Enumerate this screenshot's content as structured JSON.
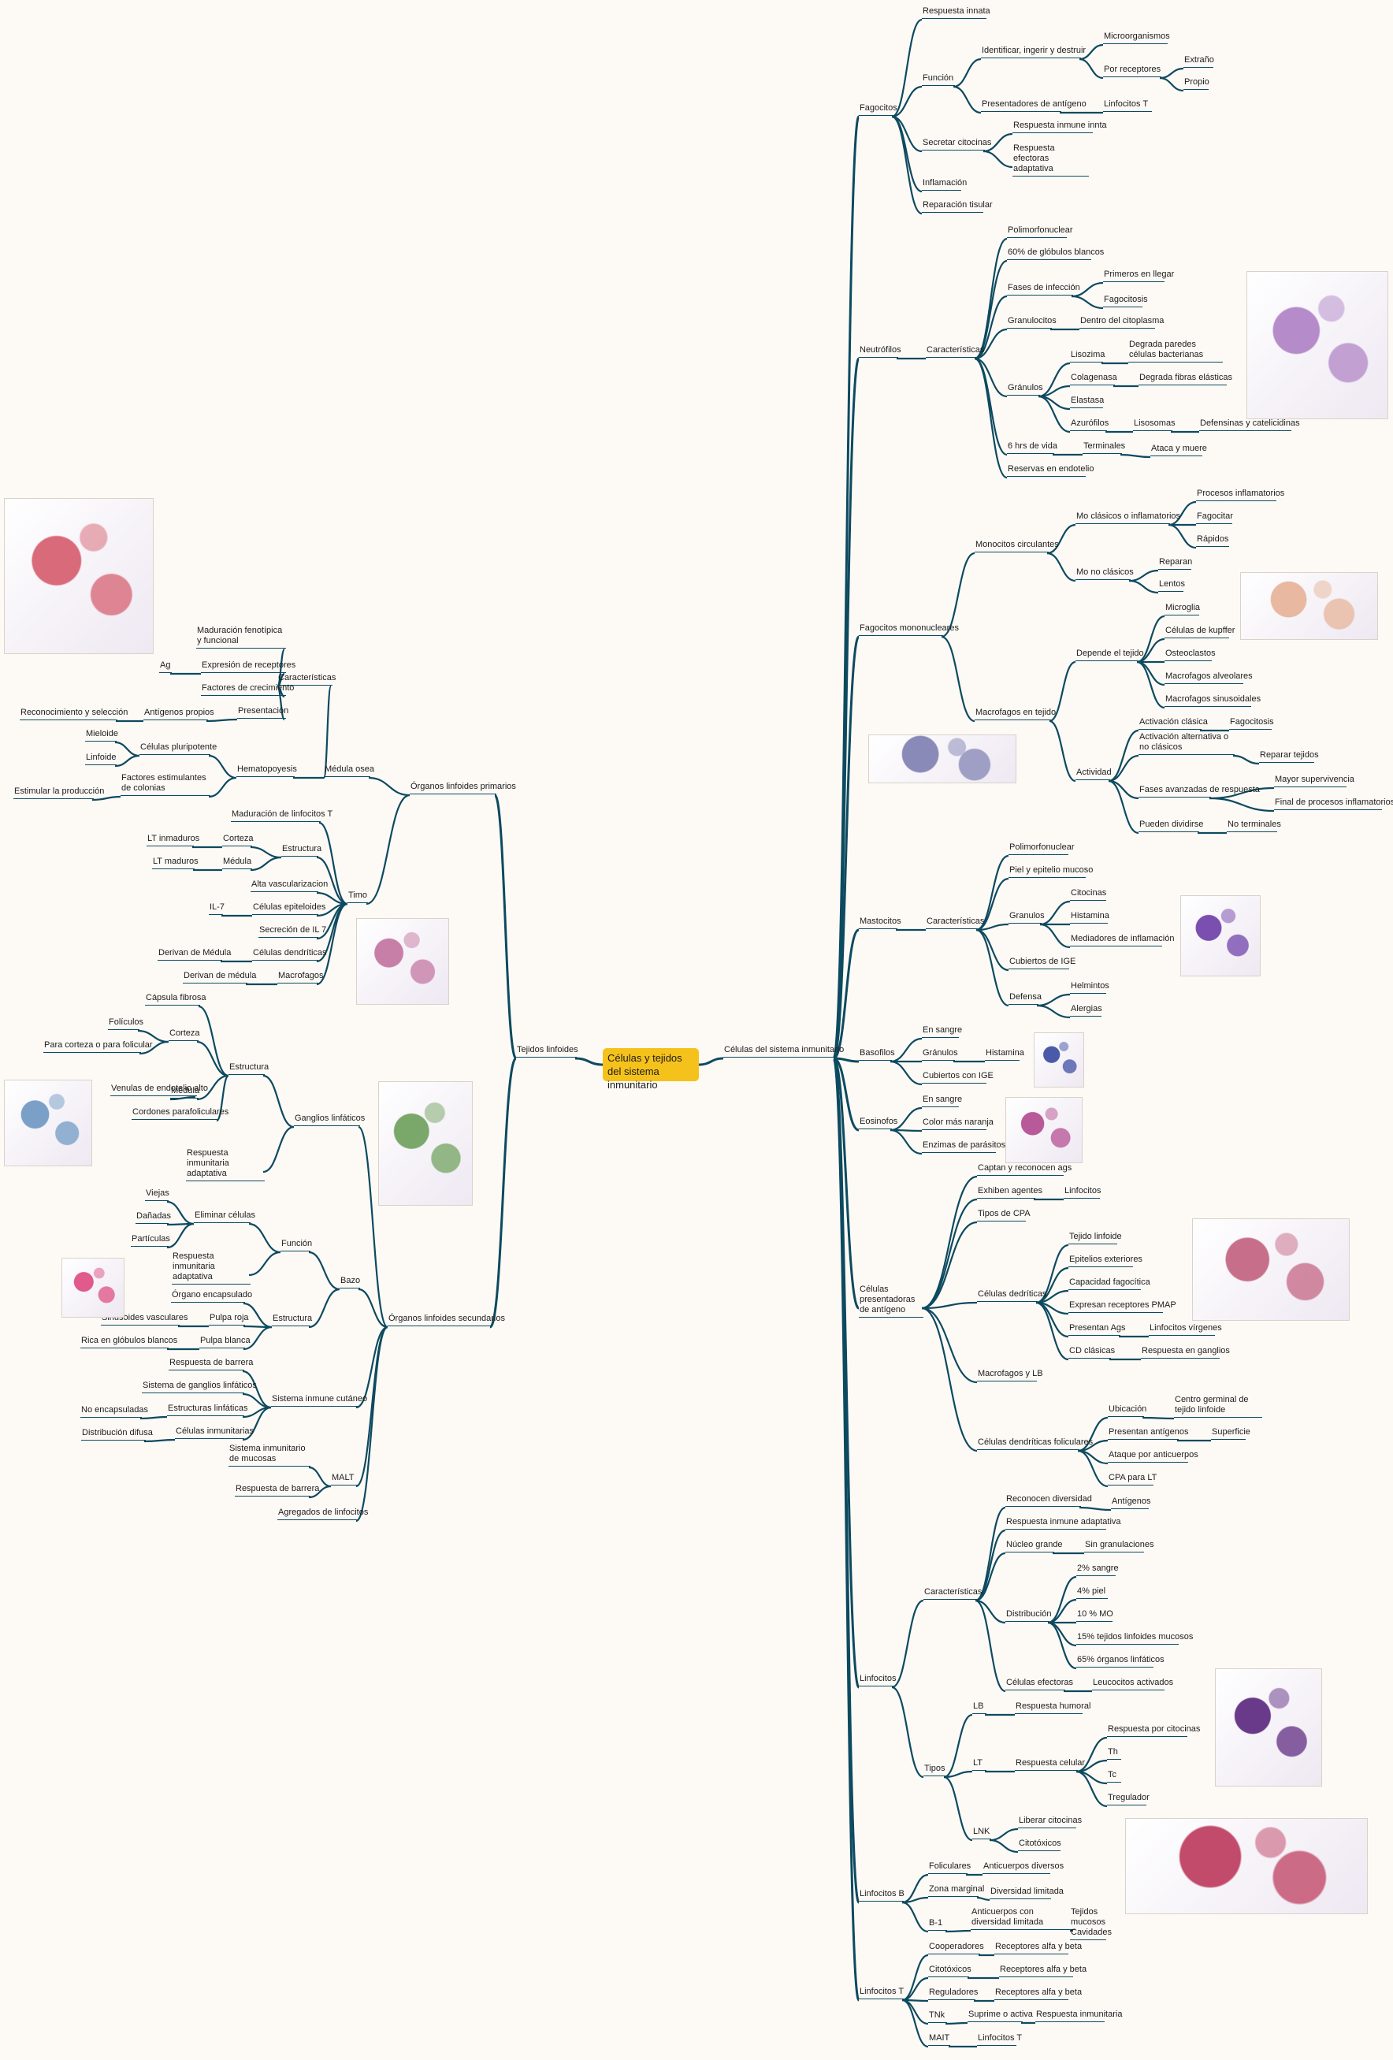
{
  "root": "Células y tejidos del sistema inmunitario",
  "nodes": [
    {
      "id": "A",
      "p": "root",
      "t": "Células del sistema inmunitario"
    },
    {
      "id": "A1",
      "p": "A",
      "t": "Fagocitos"
    },
    {
      "id": "A1a",
      "p": "A1",
      "t": "Respuesta innata"
    },
    {
      "id": "A1b",
      "p": "A1",
      "t": "Función"
    },
    {
      "id": "A1b1",
      "p": "A1b",
      "t": "Identificar, ingerir y destruir"
    },
    {
      "id": "A1b1a",
      "p": "A1b1",
      "t": "Microorganismos"
    },
    {
      "id": "A1b1b",
      "p": "A1b1",
      "t": "Por receptores"
    },
    {
      "id": "A1b1b1",
      "p": "A1b1b",
      "t": "Extraño"
    },
    {
      "id": "A1b1b2",
      "p": "A1b1b",
      "t": "Propio"
    },
    {
      "id": "A1b2",
      "p": "A1b",
      "t": "Presentadores de antígeno"
    },
    {
      "id": "A1b2a",
      "p": "A1b2",
      "t": "Linfocitos T"
    },
    {
      "id": "A1c",
      "p": "A1",
      "t": "Secretar citocinas"
    },
    {
      "id": "A1c1",
      "p": "A1c",
      "t": "Respuesta inmune innta"
    },
    {
      "id": "A1c2",
      "p": "A1c",
      "t": "Respuesta efectoras adaptativa"
    },
    {
      "id": "A1d",
      "p": "A1",
      "t": "Inflamación"
    },
    {
      "id": "A1e",
      "p": "A1",
      "t": "Reparación tisular"
    },
    {
      "id": "A2",
      "p": "A",
      "t": "Neutrófilos"
    },
    {
      "id": "A2a",
      "p": "A2",
      "t": "Características"
    },
    {
      "id": "A2a1",
      "p": "A2a",
      "t": "Polimorfonuclear"
    },
    {
      "id": "A2a2",
      "p": "A2a",
      "t": "60% de glóbulos blancos"
    },
    {
      "id": "A2a3",
      "p": "A2a",
      "t": "Fases de infección"
    },
    {
      "id": "A2a3a",
      "p": "A2a3",
      "t": "Primeros en llegar"
    },
    {
      "id": "A2a3b",
      "p": "A2a3",
      "t": "Fagocitosis"
    },
    {
      "id": "A2a4",
      "p": "A2a",
      "t": "Granulocitos"
    },
    {
      "id": "A2a4a",
      "p": "A2a4",
      "t": "Dentro del citoplasma"
    },
    {
      "id": "A2a5",
      "p": "A2a",
      "t": "Gránulos"
    },
    {
      "id": "A2a5a",
      "p": "A2a5",
      "t": "Lisozima"
    },
    {
      "id": "A2a5a1",
      "p": "A2a5a",
      "t": "Degrada paredes células bacterianas"
    },
    {
      "id": "A2a5b",
      "p": "A2a5",
      "t": "Colagenasa"
    },
    {
      "id": "A2a5b1",
      "p": "A2a5b",
      "t": "Degrada fibras elásticas"
    },
    {
      "id": "A2a5c",
      "p": "A2a5",
      "t": "Elastasa"
    },
    {
      "id": "A2a5d",
      "p": "A2a5",
      "t": "Azurófilos"
    },
    {
      "id": "A2a5d1",
      "p": "A2a5d",
      "t": "Lisosomas"
    },
    {
      "id": "A2a5d1a",
      "p": "A2a5d1",
      "t": "Defensinas y catelicidinas"
    },
    {
      "id": "A2a6",
      "p": "A2a",
      "t": "6 hrs de vida"
    },
    {
      "id": "A2a6a",
      "p": "A2a6",
      "t": "Terminales"
    },
    {
      "id": "A2a6a1",
      "p": "A2a6a",
      "t": "Ataca y muere"
    },
    {
      "id": "A2a7",
      "p": "A2a",
      "t": "Reservas en endotelio"
    },
    {
      "id": "A3",
      "p": "A",
      "t": "Fagocitos mononucleares"
    },
    {
      "id": "A3a",
      "p": "A3",
      "t": "Monocitos circulantes"
    },
    {
      "id": "A3a1",
      "p": "A3a",
      "t": "Mo clásicos o inflamatorios"
    },
    {
      "id": "A3a1a",
      "p": "A3a1",
      "t": "Procesos inflamatorios"
    },
    {
      "id": "A3a1b",
      "p": "A3a1",
      "t": "Fagocitar"
    },
    {
      "id": "A3a1c",
      "p": "A3a1",
      "t": "Rápidos"
    },
    {
      "id": "A3a2",
      "p": "A3a",
      "t": "Mo no clásicos"
    },
    {
      "id": "A3a2a",
      "p": "A3a2",
      "t": "Reparan"
    },
    {
      "id": "A3a2b",
      "p": "A3a2",
      "t": "Lentos"
    },
    {
      "id": "A3b",
      "p": "A3",
      "t": "Macrofagos en tejido"
    },
    {
      "id": "A3b1",
      "p": "A3b",
      "t": "Depende el tejido"
    },
    {
      "id": "A3b1a",
      "p": "A3b1",
      "t": "Microglia"
    },
    {
      "id": "A3b1b",
      "p": "A3b1",
      "t": "Células de kupffer"
    },
    {
      "id": "A3b1c",
      "p": "A3b1",
      "t": "Osteoclastos"
    },
    {
      "id": "A3b1d",
      "p": "A3b1",
      "t": "Macrofagos alveolares"
    },
    {
      "id": "A3b1e",
      "p": "A3b1",
      "t": "Macrofagos sinusoidales"
    },
    {
      "id": "A3b2",
      "p": "A3b",
      "t": "Actividad"
    },
    {
      "id": "A3b2a",
      "p": "A3b2",
      "t": "Activación clásica"
    },
    {
      "id": "A3b2a1",
      "p": "A3b2a",
      "t": "Fagocitosis"
    },
    {
      "id": "A3b2b",
      "p": "A3b2",
      "t": "Activación alternativa o no clásicos"
    },
    {
      "id": "A3b2b1",
      "p": "A3b2b",
      "t": "Reparar tejidos"
    },
    {
      "id": "A3b2c",
      "p": "A3b2",
      "t": "Fases avanzadas de respuesta"
    },
    {
      "id": "A3b2c1",
      "p": "A3b2c",
      "t": "Mayor supervivencia"
    },
    {
      "id": "A3b2c2",
      "p": "A3b2c",
      "t": "Final de procesos inflamatorios"
    },
    {
      "id": "A3b2d",
      "p": "A3b2",
      "t": "Pueden dividirse"
    },
    {
      "id": "A3b2d1",
      "p": "A3b2d",
      "t": "No terminales"
    },
    {
      "id": "A4",
      "p": "A",
      "t": "Mastocitos"
    },
    {
      "id": "A4a",
      "p": "A4",
      "t": "Características"
    },
    {
      "id": "A4a1",
      "p": "A4a",
      "t": "Polimorfonuclear"
    },
    {
      "id": "A4a2",
      "p": "A4a",
      "t": "Piel y epitelio mucoso"
    },
    {
      "id": "A4a3",
      "p": "A4a",
      "t": "Granulos"
    },
    {
      "id": "A4a3a",
      "p": "A4a3",
      "t": "Citocinas"
    },
    {
      "id": "A4a3b",
      "p": "A4a3",
      "t": "Histamina"
    },
    {
      "id": "A4a3c",
      "p": "A4a3",
      "t": "Mediadores de inflamación"
    },
    {
      "id": "A4a4",
      "p": "A4a",
      "t": "Cubiertos de IGE"
    },
    {
      "id": "A4a5",
      "p": "A4a",
      "t": "Defensa"
    },
    {
      "id": "A4a5a",
      "p": "A4a5",
      "t": "Helmintos"
    },
    {
      "id": "A4a5b",
      "p": "A4a5",
      "t": "Alergias"
    },
    {
      "id": "A5",
      "p": "A",
      "t": "Basofilos"
    },
    {
      "id": "A5a",
      "p": "A5",
      "t": "En sangre"
    },
    {
      "id": "A5b",
      "p": "A5",
      "t": "Gránulos"
    },
    {
      "id": "A5b1",
      "p": "A5b",
      "t": "Histamina"
    },
    {
      "id": "A5c",
      "p": "A5",
      "t": "Cubiertos con IGE"
    },
    {
      "id": "A6",
      "p": "A",
      "t": "Eosinofos"
    },
    {
      "id": "A6a",
      "p": "A6",
      "t": "En sangre"
    },
    {
      "id": "A6b",
      "p": "A6",
      "t": "Color más naranja"
    },
    {
      "id": "A6c",
      "p": "A6",
      "t": "Enzimas de parásitos"
    },
    {
      "id": "A7",
      "p": "A",
      "t": "Células presentadoras de antígeno"
    },
    {
      "id": "A7a",
      "p": "A7",
      "t": "Captan y reconocen ags"
    },
    {
      "id": "A7b",
      "p": "A7",
      "t": "Exhiben agentes"
    },
    {
      "id": "A7b1",
      "p": "A7b",
      "t": "Linfocitos"
    },
    {
      "id": "A7c",
      "p": "A7",
      "t": "Tipos de CPA"
    },
    {
      "id": "A7d",
      "p": "A7",
      "t": "Células dedríticas"
    },
    {
      "id": "A7d1",
      "p": "A7d",
      "t": "Tejido linfoide"
    },
    {
      "id": "A7d2",
      "p": "A7d",
      "t": "Epitelios exteriores"
    },
    {
      "id": "A7d3",
      "p": "A7d",
      "t": "Capacidad fagocítica"
    },
    {
      "id": "A7d4",
      "p": "A7d",
      "t": "Expresan receptores PMAP"
    },
    {
      "id": "A7d5",
      "p": "A7d",
      "t": "Presentan Ags"
    },
    {
      "id": "A7d5a",
      "p": "A7d5",
      "t": "Linfocitos vírgenes"
    },
    {
      "id": "A7d6",
      "p": "A7d",
      "t": "CD clásicas"
    },
    {
      "id": "A7d6a",
      "p": "A7d6",
      "t": "Respuesta en ganglios"
    },
    {
      "id": "A7e",
      "p": "A7",
      "t": "Macrofagos y LB"
    },
    {
      "id": "A7f",
      "p": "A7",
      "t": "Células dendríticas foliculares"
    },
    {
      "id": "A7f1",
      "p": "A7f",
      "t": "Ubicación"
    },
    {
      "id": "A7f1a",
      "p": "A7f1",
      "t": "Centro germinal de tejido linfoide"
    },
    {
      "id": "A7f2",
      "p": "A7f",
      "t": "Presentan antígenos"
    },
    {
      "id": "A7f2a",
      "p": "A7f2",
      "t": "Superficie"
    },
    {
      "id": "A7f3",
      "p": "A7f",
      "t": "Ataque por anticuerpos"
    },
    {
      "id": "A7f4",
      "p": "A7f",
      "t": "CPA para LT"
    },
    {
      "id": "A8",
      "p": "A",
      "t": "Linfocitos"
    },
    {
      "id": "A8a",
      "p": "A8",
      "t": "Características"
    },
    {
      "id": "A8a1",
      "p": "A8a",
      "t": "Reconocen diversidad"
    },
    {
      "id": "A8a1a",
      "p": "A8a1",
      "t": "Antígenos"
    },
    {
      "id": "A8a2",
      "p": "A8a",
      "t": "Respuesta inmune adaptativa"
    },
    {
      "id": "A8a3",
      "p": "A8a",
      "t": "Núcleo grande"
    },
    {
      "id": "A8a3a",
      "p": "A8a3",
      "t": "Sin granulaciones"
    },
    {
      "id": "A8a4",
      "p": "A8a",
      "t": "Distribución"
    },
    {
      "id": "A8a4a",
      "p": "A8a4",
      "t": "2% sangre"
    },
    {
      "id": "A8a4b",
      "p": "A8a4",
      "t": "4% piel"
    },
    {
      "id": "A8a4c",
      "p": "A8a4",
      "t": "10 % MO"
    },
    {
      "id": "A8a4d",
      "p": "A8a4",
      "t": "15% tejidos linfoides mucosos"
    },
    {
      "id": "A8a4e",
      "p": "A8a4",
      "t": "65% órganos linfáticos"
    },
    {
      "id": "A8a5",
      "p": "A8a",
      "t": "Células efectoras"
    },
    {
      "id": "A8a5a",
      "p": "A8a5",
      "t": "Leucocitos activados"
    },
    {
      "id": "A8b",
      "p": "A8",
      "t": "Tipos"
    },
    {
      "id": "A8b1",
      "p": "A8b",
      "t": "LB"
    },
    {
      "id": "A8b1a",
      "p": "A8b1",
      "t": "Respuesta humoral"
    },
    {
      "id": "A8b2",
      "p": "A8b",
      "t": "LT"
    },
    {
      "id": "A8b2a",
      "p": "A8b2",
      "t": "Respuesta celular"
    },
    {
      "id": "A8b2a1",
      "p": "A8b2a",
      "t": "Respuesta por citocinas"
    },
    {
      "id": "A8b2a2",
      "p": "A8b2a",
      "t": "Th"
    },
    {
      "id": "A8b2a3",
      "p": "A8b2a",
      "t": "Tc"
    },
    {
      "id": "A8b2a4",
      "p": "A8b2a",
      "t": "Tregulador"
    },
    {
      "id": "A8b3",
      "p": "A8b",
      "t": "LNK"
    },
    {
      "id": "A8b3a",
      "p": "A8b3",
      "t": "Liberar citocinas"
    },
    {
      "id": "A8b3b",
      "p": "A8b3",
      "t": "Citotóxicos"
    },
    {
      "id": "A9",
      "p": "A",
      "t": "Linfocitos B"
    },
    {
      "id": "A9a",
      "p": "A9",
      "t": "Foliculares"
    },
    {
      "id": "A9a1",
      "p": "A9a",
      "t": "Anticuerpos diversos"
    },
    {
      "id": "A9b",
      "p": "A9",
      "t": "Zona marginal"
    },
    {
      "id": "A9b1",
      "p": "A9b",
      "t": "Diversidad limitada"
    },
    {
      "id": "A9c",
      "p": "A9",
      "t": "B-1"
    },
    {
      "id": "A9c1",
      "p": "A9c",
      "t": "Anticuerpos con diversidad limitada"
    },
    {
      "id": "A9c1a",
      "p": "A9c1",
      "t": "Tejidos mucosos Cavidades"
    },
    {
      "id": "A10",
      "p": "A",
      "t": "Linfocitos T"
    },
    {
      "id": "A10a",
      "p": "A10",
      "t": "Cooperadores"
    },
    {
      "id": "A10a1",
      "p": "A10a",
      "t": "Receptores alfa y beta"
    },
    {
      "id": "A10b",
      "p": "A10",
      "t": "Citotóxicos"
    },
    {
      "id": "A10b1",
      "p": "A10b",
      "t": "Receptores alfa y beta"
    },
    {
      "id": "A10c",
      "p": "A10",
      "t": "Reguladores"
    },
    {
      "id": "A10c1",
      "p": "A10c",
      "t": "Receptores alfa y beta"
    },
    {
      "id": "A10d",
      "p": "A10",
      "t": "TNk"
    },
    {
      "id": "A10d1",
      "p": "A10d",
      "t": "Suprime o activa"
    },
    {
      "id": "A10d1a",
      "p": "A10d1",
      "t": "Respuesta inmunitaria"
    },
    {
      "id": "A10e",
      "p": "A10",
      "t": "MAIT"
    },
    {
      "id": "A10e1",
      "p": "A10e",
      "t": "Linfocitos T"
    },
    {
      "id": "B",
      "p": "root",
      "t": "Tejidos linfoides"
    },
    {
      "id": "B1",
      "p": "B",
      "t": "Órganos linfoides primarios"
    },
    {
      "id": "B1a",
      "p": "B1",
      "t": "Médula osea"
    },
    {
      "id": "B1a1",
      "p": "B1a",
      "t": "Características"
    },
    {
      "id": "B1a1a",
      "p": "B1a1",
      "t": "Maduración fenotípica y funcional"
    },
    {
      "id": "B1a1b",
      "p": "B1a1",
      "t": "Expresión de receptores"
    },
    {
      "id": "B1a1b1",
      "p": "B1a1b",
      "t": "Ag"
    },
    {
      "id": "B1a1c",
      "p": "B1a1",
      "t": "Factores de crecimiento"
    },
    {
      "id": "B1a1d",
      "p": "B1a1",
      "t": "Presentación"
    },
    {
      "id": "B1a1d1",
      "p": "B1a1d",
      "t": "Antígenos propios"
    },
    {
      "id": "B1a1d1a",
      "p": "B1a1d1",
      "t": "Reconocimiento y selección"
    },
    {
      "id": "B1a2",
      "p": "B1a",
      "t": "Hematopoyesis"
    },
    {
      "id": "B1a2a",
      "p": "B1a2",
      "t": "Células pluripotente"
    },
    {
      "id": "B1a2a1",
      "p": "B1a2a",
      "t": "Mieloide"
    },
    {
      "id": "B1a2a2",
      "p": "B1a2a",
      "t": "Linfoide"
    },
    {
      "id": "B1a2b",
      "p": "B1a2",
      "t": "Factores estimulantes de colonias"
    },
    {
      "id": "B1a2b1",
      "p": "B1a2b",
      "t": "Estimular la producción"
    },
    {
      "id": "B1b",
      "p": "B1",
      "t": "Timo"
    },
    {
      "id": "B1b1",
      "p": "B1b",
      "t": "Maduración de linfocitos T"
    },
    {
      "id": "B1b2",
      "p": "B1b",
      "t": "Estructura"
    },
    {
      "id": "B1b2a",
      "p": "B1b2",
      "t": "Corteza"
    },
    {
      "id": "B1b2a1",
      "p": "B1b2a",
      "t": "LT inmaduros"
    },
    {
      "id": "B1b2b",
      "p": "B1b2",
      "t": "Médula"
    },
    {
      "id": "B1b2b1",
      "p": "B1b2b",
      "t": "LT maduros"
    },
    {
      "id": "B1b3",
      "p": "B1b",
      "t": "Alta vascularizacion"
    },
    {
      "id": "B1b4",
      "p": "B1b",
      "t": "Células epiteloides"
    },
    {
      "id": "B1b4a",
      "p": "B1b4",
      "t": "IL-7"
    },
    {
      "id": "B1b5",
      "p": "B1b",
      "t": "Secreción de IL 7"
    },
    {
      "id": "B1b6",
      "p": "B1b",
      "t": "Células dendríticas"
    },
    {
      "id": "B1b6a",
      "p": "B1b6",
      "t": "Derivan de Médula"
    },
    {
      "id": "B1b7",
      "p": "B1b",
      "t": "Macrofagos"
    },
    {
      "id": "B1b7a",
      "p": "B1b7",
      "t": "Derivan de médula"
    },
    {
      "id": "B2",
      "p": "B",
      "t": "Órganos linfoides secundarios"
    },
    {
      "id": "B2a",
      "p": "B2",
      "t": "Ganglios linfáticos"
    },
    {
      "id": "B2a1",
      "p": "B2a",
      "t": "Estructura"
    },
    {
      "id": "B2a1a",
      "p": "B2a1",
      "t": "Cápsula fibrosa"
    },
    {
      "id": "B2a1b",
      "p": "B2a1",
      "t": "Corteza"
    },
    {
      "id": "B2a1b1",
      "p": "B2a1b",
      "t": "Folículos"
    },
    {
      "id": "B2a1b2",
      "p": "B2a1b",
      "t": "Para corteza o para folicular"
    },
    {
      "id": "B2a1c",
      "p": "B2a1",
      "t": "Médula"
    },
    {
      "id": "B2a1c1",
      "p": "B2a1c",
      "t": "Venulas de endotelio alto"
    },
    {
      "id": "B2a1d",
      "p": "B2a1",
      "t": "Cordones parafoliculares"
    },
    {
      "id": "B2a2",
      "p": "B2a",
      "t": "Respuesta inmunitaria adaptativa"
    },
    {
      "id": "B2b",
      "p": "B2",
      "t": "Bazo"
    },
    {
      "id": "B2b1",
      "p": "B2b",
      "t": "Función"
    },
    {
      "id": "B2b1a",
      "p": "B2b1",
      "t": "Eliminar células"
    },
    {
      "id": "B2b1a1",
      "p": "B2b1a",
      "t": "Viejas"
    },
    {
      "id": "B2b1a2",
      "p": "B2b1a",
      "t": "Dañadas"
    },
    {
      "id": "B2b1a3",
      "p": "B2b1a",
      "t": "Partículas"
    },
    {
      "id": "B2b1b",
      "p": "B2b1",
      "t": "Respuesta inmunitaria adaptativa"
    },
    {
      "id": "B2b2",
      "p": "B2b",
      "t": "Estructura"
    },
    {
      "id": "B2b2a",
      "p": "B2b2",
      "t": "Órgano encapsulado"
    },
    {
      "id": "B2b2b",
      "p": "B2b2",
      "t": "Pulpa roja"
    },
    {
      "id": "B2b2b1",
      "p": "B2b2b",
      "t": "Sinusoides vasculares"
    },
    {
      "id": "B2b2c",
      "p": "B2b2",
      "t": "Pulpa blanca"
    },
    {
      "id": "B2b2c1",
      "p": "B2b2c",
      "t": "Rica en glóbulos blancos"
    },
    {
      "id": "B2c",
      "p": "B2",
      "t": "Sistema inmune cutáneo"
    },
    {
      "id": "B2c1",
      "p": "B2c",
      "t": "Respuesta de barrera"
    },
    {
      "id": "B2c2",
      "p": "B2c",
      "t": "Sistema de ganglios linfáticos"
    },
    {
      "id": "B2c3",
      "p": "B2c",
      "t": "Estructuras linfáticas"
    },
    {
      "id": "B2c3a",
      "p": "B2c3",
      "t": "No encapsuladas"
    },
    {
      "id": "B2c4",
      "p": "B2c",
      "t": "Células inmunitarias"
    },
    {
      "id": "B2c4a",
      "p": "B2c4",
      "t": "Distribución difusa"
    },
    {
      "id": "B2d",
      "p": "B2",
      "t": "MALT"
    },
    {
      "id": "B2d1",
      "p": "B2d",
      "t": "Sistema inmunitario de mucosas"
    },
    {
      "id": "B2d2",
      "p": "B2d",
      "t": "Respuesta de barrera"
    },
    {
      "id": "B2e",
      "p": "B2",
      "t": "Agregados de linfocitos"
    }
  ],
  "images": [
    {
      "name": "neutrophil-micrographs-image",
      "color": "#b58cc9"
    },
    {
      "name": "monocyte-differentiation-diagram",
      "color": "#e8b8a0"
    },
    {
      "name": "mononuclear-micrographs-image",
      "color": "#8a8ab8"
    },
    {
      "name": "mast-cell-image",
      "color": "#7a4fb0"
    },
    {
      "name": "basophil-image",
      "color": "#4a5aa8"
    },
    {
      "name": "eosinophil-image",
      "color": "#b85a9a"
    },
    {
      "name": "dendritic-cell-diagram",
      "color": "#c76f8a"
    },
    {
      "name": "lymphocyte-micrographs-image",
      "color": "#6a3a8a"
    },
    {
      "name": "lymphocyte-development-diagram",
      "color": "#c24a6a"
    },
    {
      "name": "hematopoiesis-diagram",
      "color": "#d86a7a"
    },
    {
      "name": "thymus-histology-image",
      "color": "#c77fa8"
    },
    {
      "name": "lymphatic-system-diagram",
      "color": "#7aa86a"
    },
    {
      "name": "lymph-node-diagram",
      "color": "#7aa0c8"
    },
    {
      "name": "spleen-diagram",
      "color": "#e05a8a"
    }
  ]
}
